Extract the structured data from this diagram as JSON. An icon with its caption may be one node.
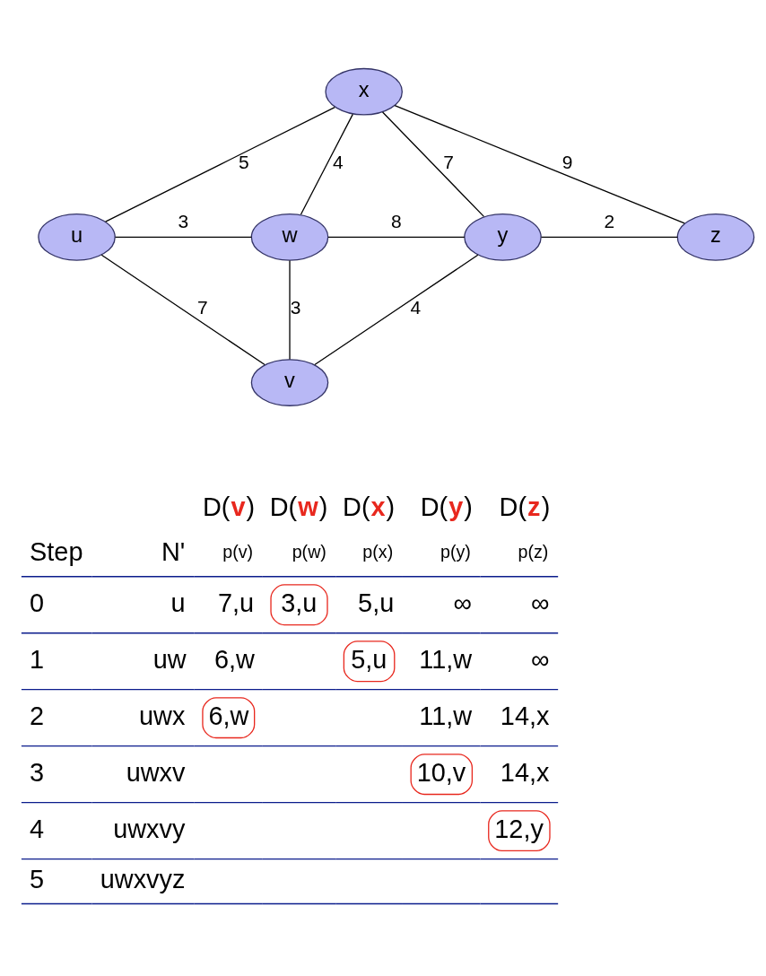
{
  "diagram": {
    "nodes": [
      {
        "text": [
          "x"
        ]
      },
      {
        "text": [
          "u"
        ]
      },
      {
        "text": [
          "w"
        ]
      },
      {
        "text": [
          "y"
        ]
      },
      {
        "text": [
          "z"
        ]
      },
      {
        "text": [
          "v"
        ]
      }
    ],
    "edges": [
      {
        "from": 0,
        "to": 1,
        "arrow": "none",
        "label": "5"
      },
      {
        "from": 0,
        "to": 2,
        "arrow": "none",
        "label": "4"
      },
      {
        "from": 0,
        "to": 3,
        "arrow": "none",
        "label": "7"
      },
      {
        "from": 0,
        "to": 4,
        "arrow": "none",
        "label": "9"
      },
      {
        "from": 1,
        "to": 2,
        "arrow": "none",
        "label": "3"
      },
      {
        "from": 2,
        "to": 3,
        "arrow": "none",
        "label": "8"
      },
      {
        "from": 3,
        "to": 4,
        "arrow": "none",
        "label": "2"
      },
      {
        "from": 2,
        "to": 5,
        "arrow": "none",
        "label": "3"
      },
      {
        "from": 3,
        "to": 5,
        "arrow": "none",
        "label": "4"
      },
      {
        "from": 1,
        "to": 5,
        "arrow": "none",
        "label": "7"
      }
    ],
    "labels": [
      "D(**v**)",
      "D(**w**)",
      "D(**x**)",
      "D(**y**)",
      "D(**z**)",
      "Step",
      "N'",
      "p(v)",
      "p(w)",
      "p(x)",
      "p(y)",
      "p(z)",
      "0",
      "u",
      "7,u",
      "3,u",
      "5,u",
      "∞",
      "∞",
      "1",
      "uw",
      "6,w",
      "5,u",
      "11,w",
      "∞",
      "2",
      "uwx",
      "6,w",
      "11,w",
      "14,x",
      "3",
      "uwxv",
      "10,v",
      "14,x",
      "4",
      "uwxvy",
      "12,y",
      "5",
      "uwxvyz"
    ]
  }
}
